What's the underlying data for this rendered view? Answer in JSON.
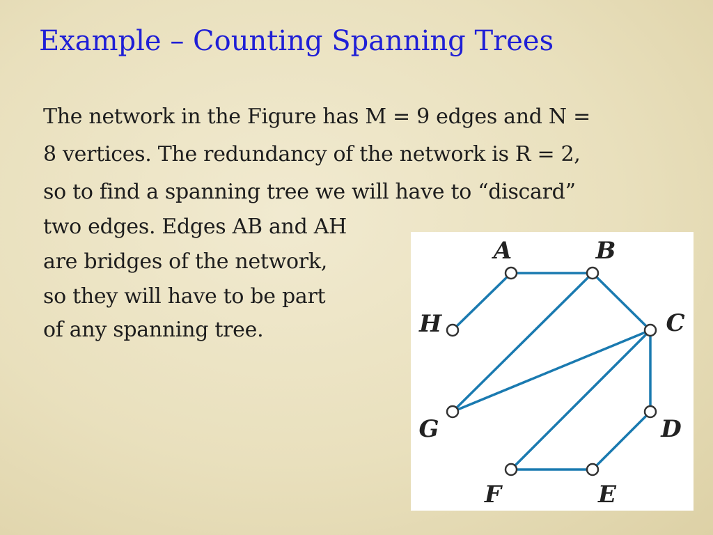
{
  "slide": {
    "title": "Example – Counting Spanning Trees",
    "lines": [
      "The network in the Figure has M = 9 edges and N =",
      "8 vertices. The redundancy of the network is R = 2,",
      "so to find a spanning tree we will have to “discard”",
      "two edges. Edges AB and AH",
      "are bridges of the network,",
      "so they will have to be part",
      "of any spanning tree."
    ]
  },
  "figure": {
    "edge_color": "#1a7ab0",
    "vertices": {
      "A": "A",
      "B": "B",
      "C": "C",
      "D": "D",
      "E": "E",
      "F": "F",
      "G": "G",
      "H": "H"
    },
    "edges": [
      [
        "H",
        "A"
      ],
      [
        "A",
        "B"
      ],
      [
        "B",
        "C"
      ],
      [
        "B",
        "G"
      ],
      [
        "C",
        "G"
      ],
      [
        "C",
        "D"
      ],
      [
        "C",
        "F"
      ],
      [
        "D",
        "E"
      ],
      [
        "F",
        "E"
      ]
    ]
  }
}
